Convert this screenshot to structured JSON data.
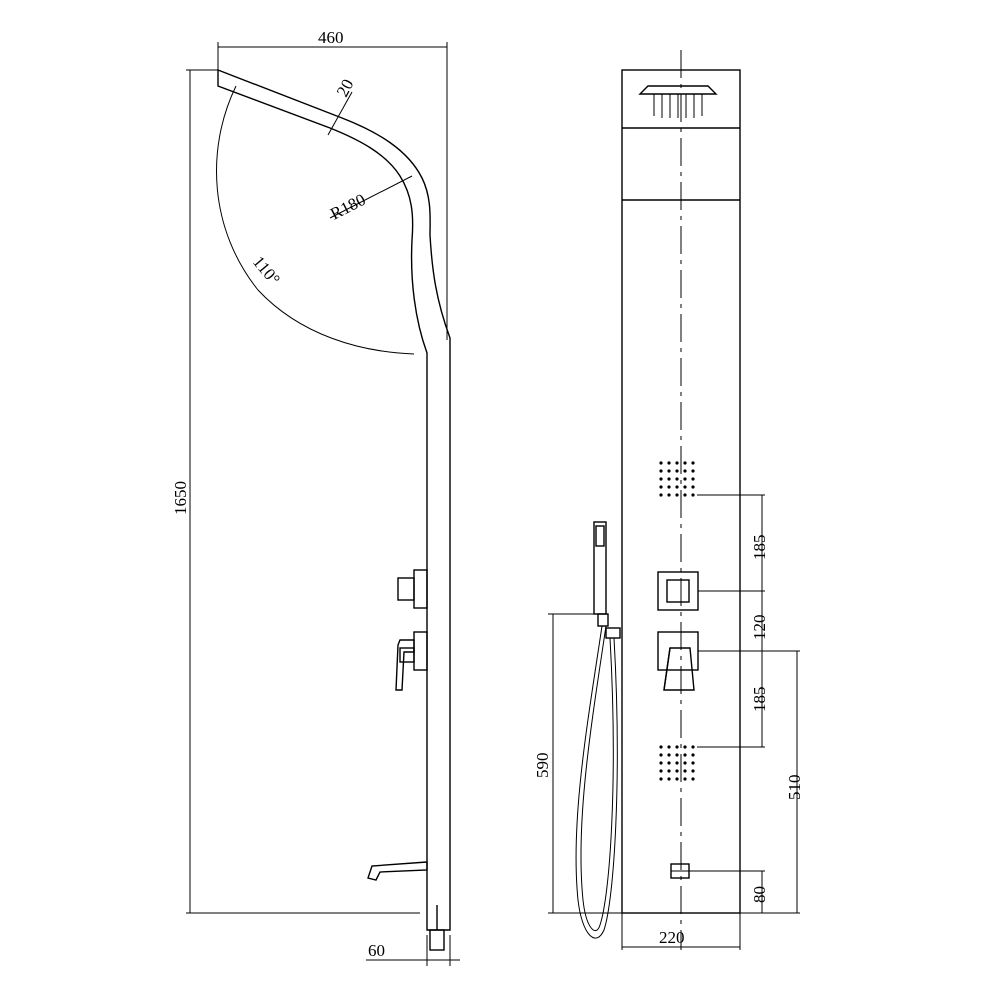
{
  "side_view": {
    "dim_width": "460",
    "dim_thickness": "20",
    "dim_radius": "R180",
    "dim_angle": "110°",
    "dim_height": "1650",
    "dim_depth": "60"
  },
  "front_view": {
    "dim_jets_to_thermostat": "185",
    "dim_thermostat_to_diverter": "120",
    "dim_diverter_to_jets": "185",
    "dim_hose_height": "590",
    "dim_diverter_height": "510",
    "dim_spout_height": "80",
    "dim_panel_width": "220"
  }
}
